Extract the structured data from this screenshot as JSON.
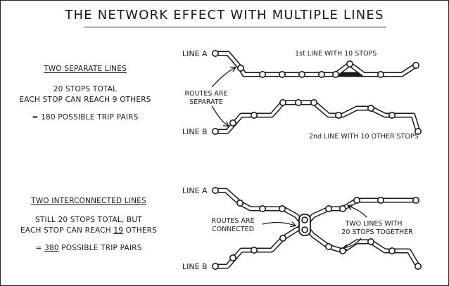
{
  "title": "THE NETWORK EFFECT WITH MULTIPLE LINES",
  "separate": {
    "heading": "TWO SEPARATE LINES",
    "stat_line1": "20 STOPS TOTAL",
    "stat_line2": "EACH STOP CAN REACH 9 OTHERS",
    "pairs_prefix": "= ",
    "pairs_number": "180",
    "pairs_suffix": " POSSIBLE TRIP PAIRS",
    "line_a_label": "LINE A",
    "line_b_label": "LINE B",
    "note_routes_1": "ROUTES ARE",
    "note_routes_2": "SEPARATE",
    "note_first_line": "1st LINE WITH 10 STOPS",
    "note_second_line": "2nd LINE WITH 10 OTHER STOPS"
  },
  "connected": {
    "heading": "TWO INTERCONNECTED LINES",
    "stat_line1": "STILL 20 STOPS TOTAL, BUT",
    "stat_line2_prefix": "EACH STOP CAN REACH ",
    "stat_line2_number": "19",
    "stat_line2_suffix": " OTHERS",
    "pairs_prefix": "= ",
    "pairs_number": "380",
    "pairs_suffix": " POSSIBLE TRIP PAIRS",
    "line_a_label": "LINE A",
    "line_b_label": "LINE B",
    "note_routes_1": "ROUTES ARE",
    "note_routes_2": "CONNECTED",
    "note_together_1": "TWO LINES WITH",
    "note_together_2": "20 STOPS TOGETHER"
  },
  "colors": {
    "ink": "#1a1a1a",
    "paper": "#ffffff"
  }
}
